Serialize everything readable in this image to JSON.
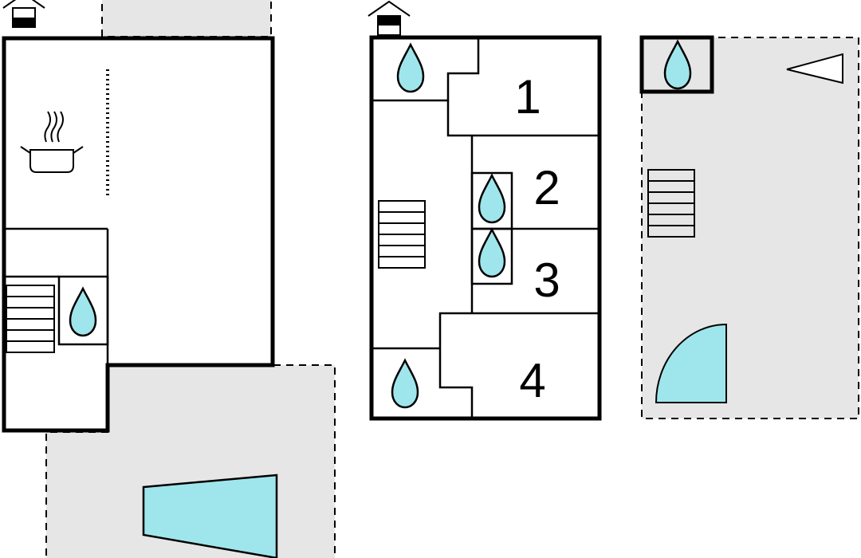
{
  "room_numbers": [
    "1",
    "2",
    "3",
    "4"
  ],
  "colors": {
    "water": "#9fe6ec",
    "outdoor": "#e6e6e6",
    "wall": "#000000",
    "background": "#ffffff"
  },
  "icons": [
    "entrance-house-icon",
    "cooking-pot-icon",
    "water-drop-icon",
    "staircase-icon",
    "swimming-pool-icon",
    "quarter-circle-shower-icon",
    "triangle-icon"
  ]
}
